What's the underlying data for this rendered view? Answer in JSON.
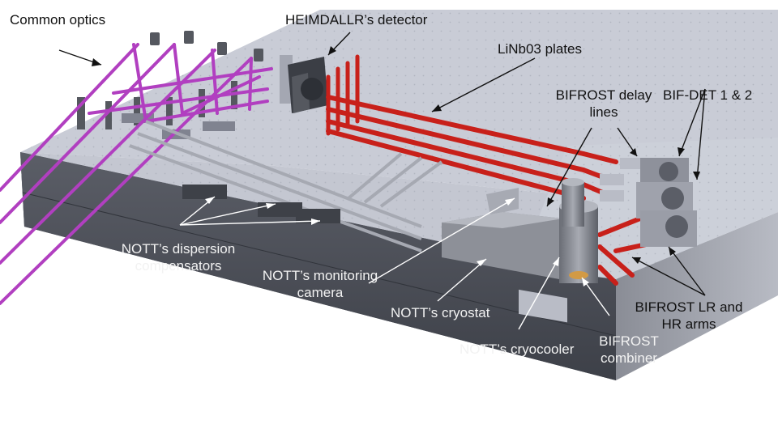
{
  "labels": {
    "common_optics": "Common optics",
    "heimdallr_detector": "HEIMDALLR’s detector",
    "linbo3_plates": "LiNb03 plates",
    "bifrost_delay_lines": [
      "BIFROST delay",
      "lines"
    ],
    "bif_det": "BIF-DET 1 & 2",
    "dispersion_compensators": [
      "NOTT’s dispersion",
      "compensators"
    ],
    "monitoring_camera": [
      "NOTT’s monitoring",
      "camera"
    ],
    "cryostat": "NOTT’s cryostat",
    "cryocooler": "NOTT’s cryocooler",
    "bifrost_combiner": [
      "BIFROST",
      "combiner"
    ],
    "bifrost_arms": [
      "BIFROST LR and",
      "HR arms"
    ]
  },
  "colors": {
    "background": "#ffffff",
    "table_side": "#4a4d55",
    "table_top": "#c9ccd6",
    "beam_magenta": "#b13fc0",
    "beam_red": "#c8201a",
    "optics_grey": "#6b6e78",
    "label_dark": "#111111",
    "label_light": "#f2f2f2"
  }
}
